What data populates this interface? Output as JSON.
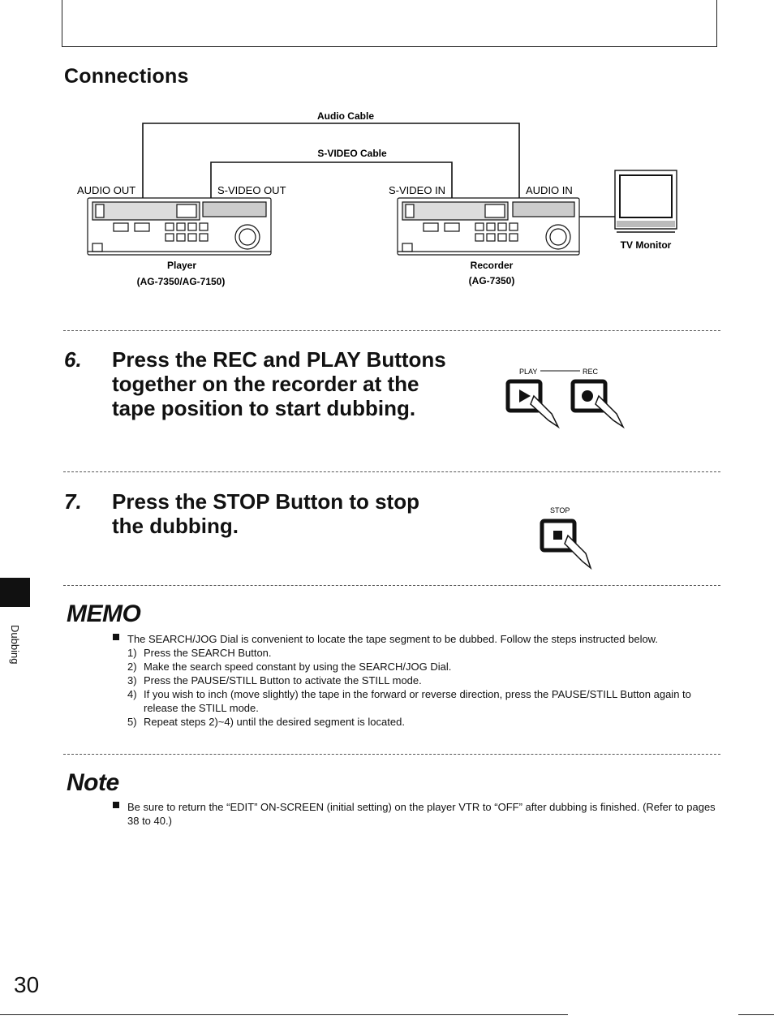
{
  "connections": {
    "title": "Connections",
    "audio_cable": "Audio Cable",
    "svideo_cable": "S-VIDEO Cable",
    "audio_out": "AUDIO OUT",
    "svideo_out": "S-VIDEO OUT",
    "svideo_in": "S-VIDEO IN",
    "audio_in": "AUDIO IN",
    "player_label": "Player",
    "player_model": "(AG-7350/AG-7150)",
    "recorder_label": "Recorder",
    "recorder_model": "(AG-7350)",
    "tv_label": "TV Monitor"
  },
  "step6": {
    "number": "6.",
    "line1": "Press the REC and PLAY Buttons",
    "line2": "together on the recorder at the",
    "line3": "tape position to start dubbing.",
    "play_label": "PLAY",
    "rec_label": "REC"
  },
  "step7": {
    "number": "7.",
    "line1": "Press the STOP Button to stop",
    "line2": "the dubbing.",
    "stop_label": "STOP"
  },
  "memo": {
    "title": "MEMO",
    "intro": "The SEARCH/JOG Dial is convenient to locate the tape segment to be dubbed. Follow the steps instructed below.",
    "steps": [
      {
        "n": "1)",
        "text": "Press the SEARCH Button."
      },
      {
        "n": "2)",
        "text": "Make the search speed constant by using the SEARCH/JOG Dial."
      },
      {
        "n": "3)",
        "text": "Press the PAUSE/STILL Button to activate the STILL mode."
      },
      {
        "n": "4)",
        "text": "If you wish to inch (move slightly) the tape in the forward or reverse direction, press the PAUSE/STILL Button again to release the STILL mode."
      },
      {
        "n": "5)",
        "text": "Repeat steps 2)~4) until the desired segment is located."
      }
    ]
  },
  "note": {
    "title": "Note",
    "text": "Be sure to return the “EDIT” ON-SCREEN (initial setting) on the player VTR to “OFF” after dubbing is finished. (Refer to pages 38 to 40.)"
  },
  "sidebar": {
    "section": "Dubbing"
  },
  "page_number": "30"
}
